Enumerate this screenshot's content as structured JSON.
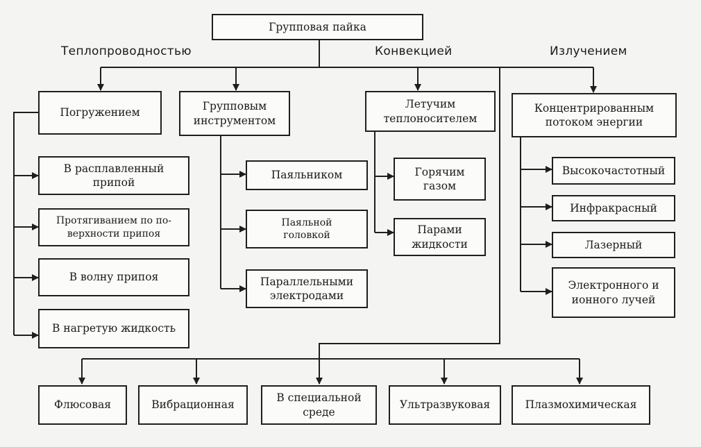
{
  "root": "Групповая пайка",
  "branch_labels": {
    "conduction": "Теплопроводностью",
    "convection": "Конвекцией",
    "radiation": "Излучением"
  },
  "categories": {
    "immersion": "Погружением",
    "group_tool": "Групповым\nинструментом",
    "volatile_carrier": "Летучим\nтеплоносителем",
    "concentrated_flux": "Концентрированным\nпотоком энергии"
  },
  "immersion_items": [
    "В расплавленный\nприпой",
    "Протягиванием по по-\nверхности припоя",
    "В волну припоя",
    "В нагретую жидкость"
  ],
  "group_tool_items": [
    "Паяльником",
    "Паяльной\nголовкой",
    "Параллельными\nэлектродами"
  ],
  "volatile_items": [
    "Горячим\nгазом",
    "Парами\nжидкости"
  ],
  "concentrated_items": [
    "Высокочастотный",
    "Инфракрасный",
    "Лазерный",
    "Электронного и\nионного лучей"
  ],
  "bottom_items": [
    "Флюсовая",
    "Вибрационная",
    "В специальной\nсреде",
    "Ультразвуковая",
    "Плазмохимическая"
  ]
}
